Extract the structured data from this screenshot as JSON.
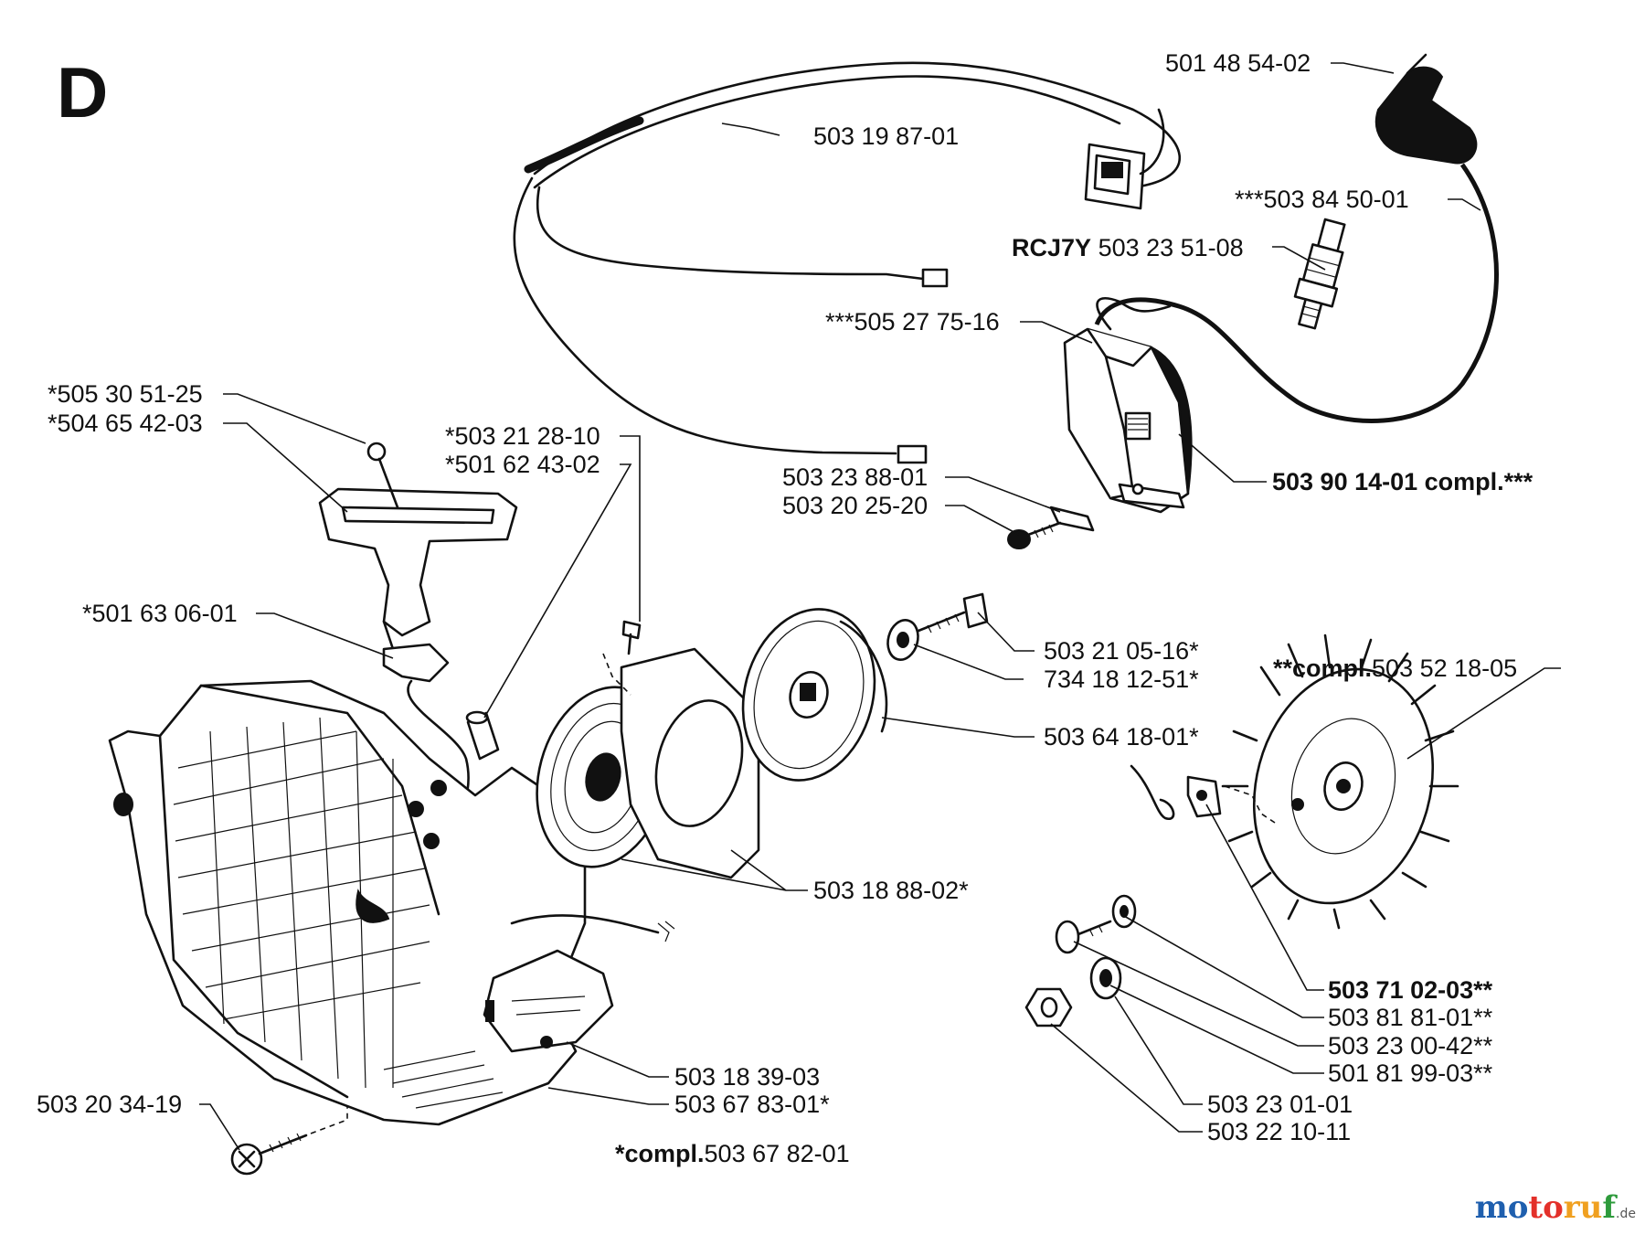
{
  "section_letter": "D",
  "watermark": {
    "part1": "mo",
    "part2": "to",
    "part3": "ru",
    "part4": "f",
    "tld": ".de"
  },
  "labels": {
    "l_501485402": "501 48 54-02",
    "l_503198701": "503 19 87-01",
    "l_503845001": "***503 84 50-01",
    "l_rcj7y_prefix": "RCJ7Y",
    "l_503235108": "503 23 51-08",
    "l_505277516": "***505 27 75-16",
    "l_505305125": "*505 30 51-25",
    "l_504654203": "*504 65 42-03",
    "l_503212810": "*503 21 28-10",
    "l_501624302": "*501 62 43-02",
    "l_503238801": "503 23 88-01",
    "l_503202520": "503 20 25-20",
    "l_503901401": "503 90 14-01 compl.***",
    "l_501630601": "*501 63 06-01",
    "l_503210516": "503 21 05-16*",
    "l_734181251": "734 18 12-51*",
    "l_503641801": "503 64 18-01*",
    "l_compl_prefix2": "**compl.",
    "l_503521805": "503 52 18-05",
    "l_503188802": "503 18 88-02*",
    "l_503710203": "503 71 02-03**",
    "l_503818101": "503 81 81-01**",
    "l_503230042": "503 23 00-42**",
    "l_501819903": "501 81 99-03**",
    "l_503183903": "503 18 39-03",
    "l_503678301": "503 67 83-01*",
    "l_503203419": "503 20 34-19",
    "l_503230101": "503 23 01-01",
    "l_503221011": "503 22 10-11",
    "l_compl_prefix1": "*compl.",
    "l_503678201": "503 67 82-01"
  }
}
